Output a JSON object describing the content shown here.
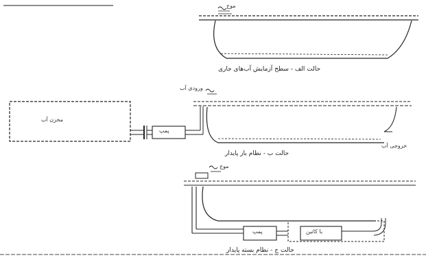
{
  "captions": {
    "a": "حالت الف - سطح آزمایش آب‌های جاری",
    "b": "حالت ب - نظام باز پایدار",
    "c": "حالت ج - نظام بسته پایدار"
  },
  "labels": {
    "source_tank": "مخزن آب",
    "pump_b": "پمپ",
    "inlet_b": "ورودی آب",
    "outlet_b": "خروجی آب",
    "pump_c": "پمپ",
    "filter_c": "با کاتین",
    "wave_a": "موج",
    "wave_c": "موج"
  }
}
